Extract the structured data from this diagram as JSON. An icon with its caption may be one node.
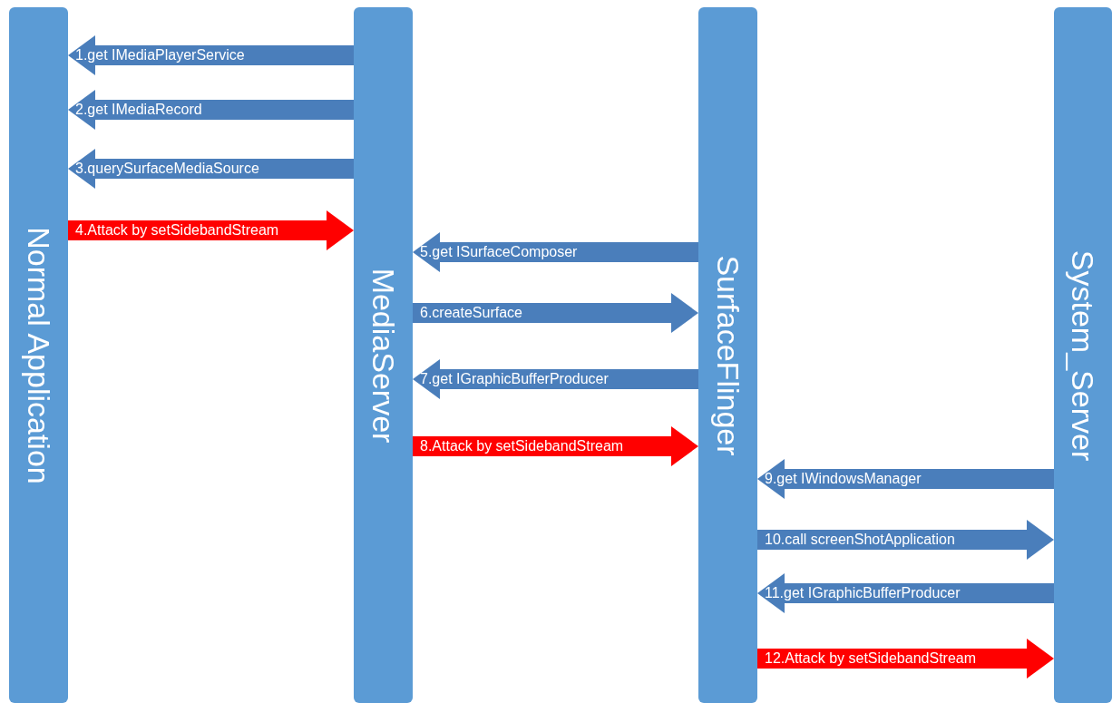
{
  "diagram": {
    "nodes": [
      {
        "text": [
          "Normal Application"
        ]
      },
      {
        "text": [
          "MediaServer"
        ]
      },
      {
        "text": [
          "SurfaceFlinger"
        ]
      },
      {
        "text": [
          "System_Server"
        ]
      }
    ],
    "edges": [
      {
        "from": 1,
        "to": 0,
        "arrow": "to",
        "label": "1.get IMediaPlayerService"
      },
      {
        "from": 1,
        "to": 0,
        "arrow": "to",
        "label": "2.get IMediaRecord"
      },
      {
        "from": 1,
        "to": 0,
        "arrow": "to",
        "label": "3.querySurfaceMediaSource"
      },
      {
        "from": 0,
        "to": 1,
        "arrow": "to",
        "label": "4.Attack by setSidebandStream",
        "color": "#ff0000"
      },
      {
        "from": 2,
        "to": 1,
        "arrow": "to",
        "label": "5.get ISurfaceComposer"
      },
      {
        "from": 1,
        "to": 2,
        "arrow": "to",
        "label": "6.createSurface"
      },
      {
        "from": 2,
        "to": 1,
        "arrow": "to",
        "label": "7.get IGraphicBufferProducer"
      },
      {
        "from": 1,
        "to": 2,
        "arrow": "to",
        "label": "8.Attack by setSidebandStream",
        "color": "#ff0000"
      },
      {
        "from": 3,
        "to": 2,
        "arrow": "to",
        "label": "9.get IWindowsManager"
      },
      {
        "from": 2,
        "to": 3,
        "arrow": "to",
        "label": "10.call screenShotApplication"
      },
      {
        "from": 3,
        "to": 2,
        "arrow": "to",
        "label": "11.get IGraphicBufferProducer"
      },
      {
        "from": 2,
        "to": 3,
        "arrow": "to",
        "label": "12.Attack by setSidebandStream",
        "color": "#ff0000"
      }
    ]
  }
}
